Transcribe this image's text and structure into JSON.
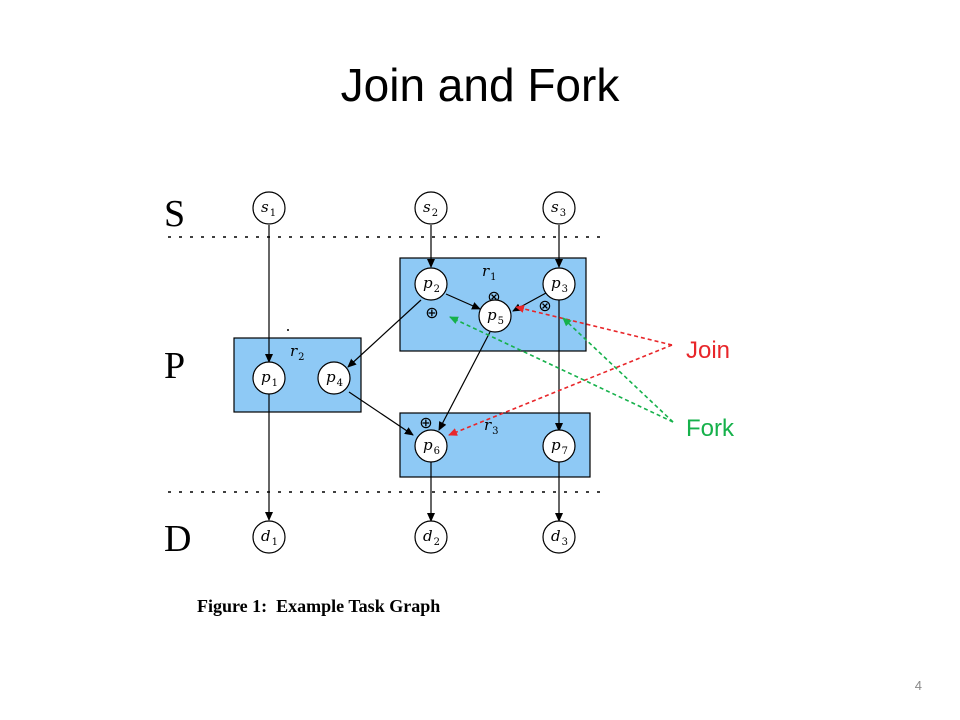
{
  "slide": {
    "title": "Join and Fork",
    "page_number": "4"
  },
  "colors": {
    "box_fill": "#8ec9f5",
    "join_arrow": "#e8262a",
    "fork_arrow": "#16b14b",
    "join_text": "#e8262a",
    "fork_text": "#16b14b"
  },
  "figure": {
    "caption": "Figure 1:  Example Task Graph",
    "layers": {
      "S": "S",
      "P": "P",
      "D": "D"
    },
    "boxes": {
      "r1": {
        "main": "r",
        "sub": "1"
      },
      "r2": {
        "main": "r",
        "sub": "2"
      },
      "r3": {
        "main": "r",
        "sub": "3"
      }
    },
    "nodes": {
      "s1": {
        "main": "s",
        "sub": "1"
      },
      "s2": {
        "main": "s",
        "sub": "2"
      },
      "s3": {
        "main": "s",
        "sub": "3"
      },
      "p1": {
        "main": "p",
        "sub": "1"
      },
      "p2": {
        "main": "p",
        "sub": "2"
      },
      "p3": {
        "main": "p",
        "sub": "3"
      },
      "p4": {
        "main": "p",
        "sub": "4"
      },
      "p5": {
        "main": "p",
        "sub": "5"
      },
      "p6": {
        "main": "p",
        "sub": "6"
      },
      "p7": {
        "main": "p",
        "sub": "7"
      },
      "d1": {
        "main": "d",
        "sub": "1"
      },
      "d2": {
        "main": "d",
        "sub": "2"
      },
      "d3": {
        "main": "d",
        "sub": "3"
      }
    },
    "operators": {
      "otimes": "⊗",
      "oplus": "⊕"
    }
  },
  "annotations": {
    "join": "Join",
    "fork": "Fork"
  }
}
